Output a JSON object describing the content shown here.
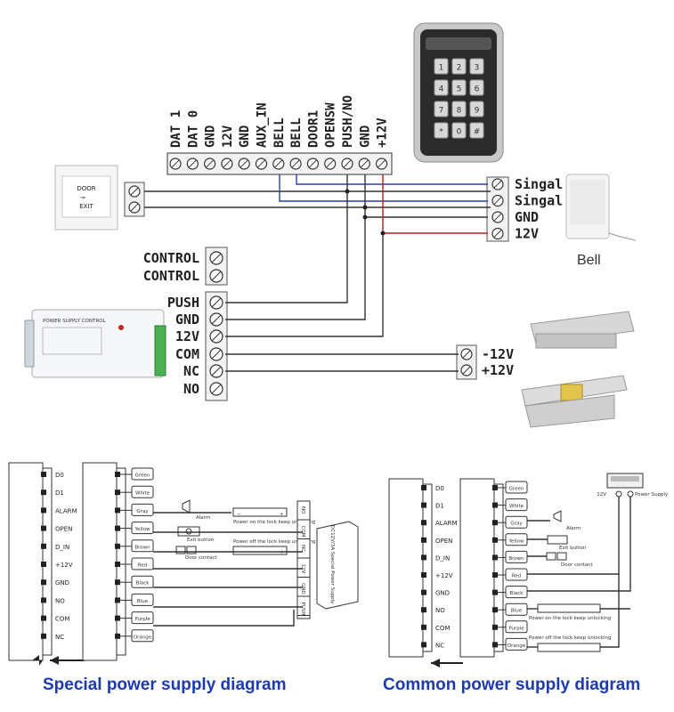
{
  "main_terminal": {
    "labels": [
      "DAT 1",
      "DAT 0",
      "GND",
      "12V",
      "GND",
      "AUX_IN",
      "BELL",
      "BELL",
      "DOOR1",
      "OPENSW",
      "PUSH/NO",
      "GND",
      "+12V"
    ]
  },
  "keypad": {
    "keys": [
      "1",
      "2",
      "3",
      "4",
      "5",
      "6",
      "7",
      "8",
      "9",
      "*",
      "0",
      "#"
    ]
  },
  "exit_button": {
    "line1": "DOOR",
    "line2": "EXIT"
  },
  "bell": {
    "terminal_labels": [
      "Singal",
      "Singal",
      "GND",
      "12V"
    ],
    "caption": "Bell"
  },
  "power_supply": {
    "terminal_labels": [
      "CONTROL",
      "CONTROL",
      "PUSH",
      "GND",
      "12V",
      "COM",
      "NC",
      "NO"
    ],
    "device_title": "POWER SUPPLY CONTROL"
  },
  "lock": {
    "terminal_labels": [
      "-12V",
      "+12V"
    ]
  },
  "special_diagram": {
    "caption": "Special power supply diagram",
    "reader_pins": [
      "D0",
      "D1",
      "ALARM",
      "OPEN",
      "D_IN",
      "+12V",
      "GND",
      "NO",
      "COM",
      "NC"
    ],
    "wire_colors": [
      "Green",
      "White",
      "Gray",
      "Yellow",
      "Brown",
      "Red",
      "Black",
      "Blue",
      "Purple",
      "Orange"
    ],
    "alarm_label": "Alarm",
    "exit_label": "Exit button",
    "door_label": "Door contact",
    "lock_note_no": "Power on the lock keep unlocking",
    "lock_note_nc": "Power off the lock keep unlocking",
    "psu_terminals": [
      "NO",
      "COM",
      "NC",
      "12V",
      "GND",
      "PUSH"
    ],
    "psu_label": "DC12V/3A Special Power Supply"
  },
  "common_diagram": {
    "caption": "Common power supply diagram",
    "reader_pins": [
      "D0",
      "D1",
      "ALARM",
      "OPEN",
      "D_IN",
      "+12V",
      "GND",
      "NO",
      "COM",
      "NC"
    ],
    "wire_colors": [
      "Green",
      "White",
      "Gray",
      "Yellow",
      "Brown",
      "Red",
      "Black",
      "Blue",
      "Purple",
      "Orange"
    ],
    "alarm_label": "Alarm",
    "exit_label": "Exit button",
    "door_label": "Door contact",
    "lock_note_no": "Power on the lock keep unlocking",
    "lock_note_nc": "Power off the lock keep unlocking",
    "psu_12v": "12V",
    "psu_label": "Power Supply"
  },
  "colors": {
    "blue_wire": "#2b3fb0",
    "red_wire": "#b22222",
    "caption_blue": "#1c3bb0"
  }
}
